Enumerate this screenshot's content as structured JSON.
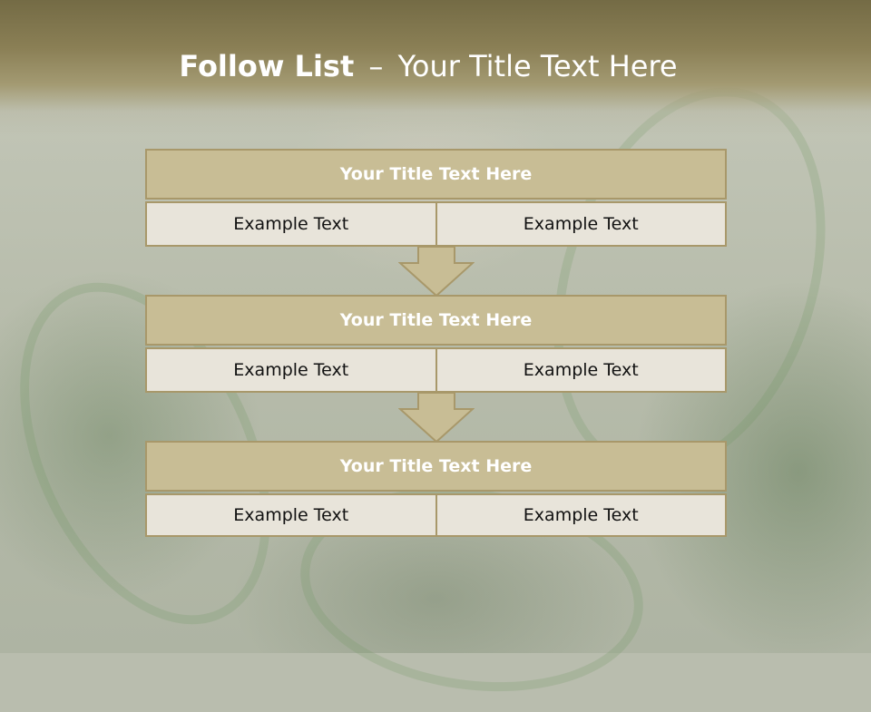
{
  "slide": {
    "title_bold": "Follow List",
    "title_sep": "–",
    "title_rest": "Your Title Text Here"
  },
  "blocks": [
    {
      "title": "Your Title Text Here",
      "left": "Example Text",
      "right": "Example Text"
    },
    {
      "title": "Your Title Text Here",
      "left": "Example Text",
      "right": "Example Text"
    },
    {
      "title": "Your Title Text Here",
      "left": "Example Text",
      "right": "Example Text"
    }
  ],
  "colors": {
    "header_fill": "#c8bd95",
    "border": "#a8986a",
    "cell_fill": "#e8e4da"
  }
}
